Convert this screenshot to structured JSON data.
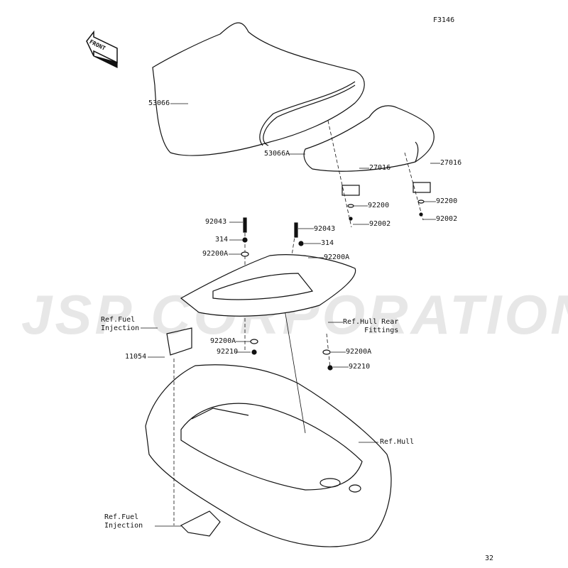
{
  "diagram_code": "F3146",
  "page_number": "32",
  "front_arrow": "FRONT",
  "watermark": "JSP CORPORATION",
  "parts": {
    "seat_front": "53066",
    "seat_rear": "53066A",
    "damper_left": "27016",
    "damper_right": "27016",
    "washer_left": "92200",
    "washer_right": "92200",
    "bolt_left": "92002",
    "bolt_right": "92002",
    "stud_left": "92043",
    "stud_right": "92043",
    "nut_left": "314",
    "nut_right": "314",
    "washer_a_left": "92200A",
    "washer_a_right": "92200A",
    "bracket": "11054",
    "washer_a_lower_left": "92200A",
    "nut_lower_left": "92210",
    "washer_a_lower_right": "92200A",
    "nut_lower_right": "92210"
  },
  "refs": {
    "fuel_injection_top": [
      "Ref.Fuel",
      "Injection"
    ],
    "hull_rear_fittings": [
      "Ref.Hull Rear",
      "Fittings"
    ],
    "hull": "Ref.Hull",
    "fuel_injection_bottom": [
      "Ref.Fuel",
      "Injection"
    ]
  }
}
